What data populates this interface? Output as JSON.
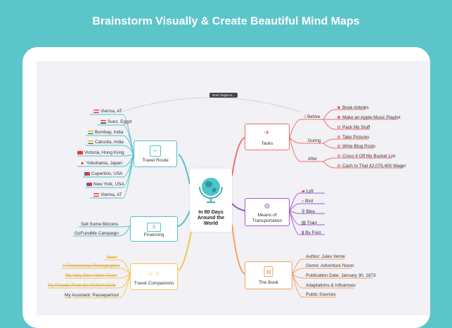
{
  "headline": "Brainstorm Visually & Create Beautiful Mind Maps",
  "center_title": "In 80 Days Around the World",
  "tooltip": "Don't forget to...",
  "colors": {
    "background": "#5cc5c9",
    "red": "#f06e6e",
    "teal": "#4fc3c9",
    "purple": "#a35cc9",
    "orange": "#f5a05a",
    "yellow": "#f3c64f"
  },
  "travel_route": {
    "title": "Travel Route",
    "items": [
      "Vienna, AT",
      "Suez, Egypt",
      "Bombay, India",
      "Calcutta, India",
      "Victoria, Hong Kong",
      "Yokohama, Japan",
      "Cupertino, USA",
      "New York, USA",
      "Vienna, AT"
    ]
  },
  "financing": {
    "title": "Financing",
    "items": [
      "Sell Some Bitcoins",
      "GoFundMe Campaign"
    ]
  },
  "companions": {
    "title": "Travel Companions",
    "items": [
      "Mum",
      "A Professional Photographer",
      "My Very Own Video Team",
      "My Friends From the Reform Club",
      "My Assistant: Passepartout"
    ]
  },
  "tasks": {
    "title": "Tasks",
    "groups": [
      {
        "label": "Before",
        "items": [
          "Book Airbnbs",
          "Make an Apple Music Playlist",
          "Pack My Stuff"
        ]
      },
      {
        "label": "During",
        "items": [
          "Take Pictures",
          "Write Blog Posts"
        ]
      },
      {
        "label": "After",
        "items": [
          "Cross It Off My Bucket List",
          "Cash In That £2,075,400 Wager"
        ]
      }
    ]
  },
  "transport": {
    "title": "Means of Transportation",
    "items": [
      "Lyft",
      "Bird",
      "Bike",
      "Train",
      "By Foot"
    ]
  },
  "book": {
    "title": "The Book",
    "items": [
      "Author: Jules Verne",
      "Genre: Adventure Novel",
      "Publication Date: January 30, 1873",
      "Adaptations & Influences",
      "Public Sources"
    ]
  }
}
